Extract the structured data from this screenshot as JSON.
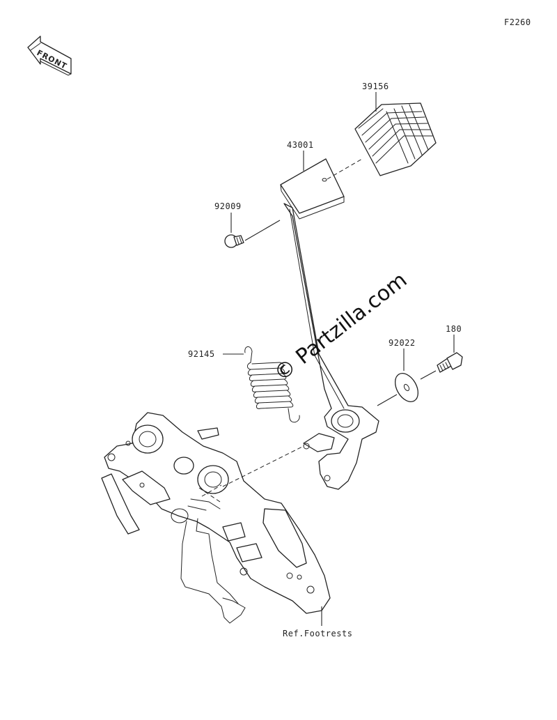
{
  "figure_code": "F2260",
  "front_label": "FRONT",
  "watermark": "© Partzilla.com",
  "callouts": {
    "brake_pedal_pad": "39156",
    "plate": "43001",
    "cap_nut": "92009",
    "spring": "92145",
    "washer": "92022",
    "bolt": "180",
    "ref_footrests": "Ref.Footrests"
  }
}
